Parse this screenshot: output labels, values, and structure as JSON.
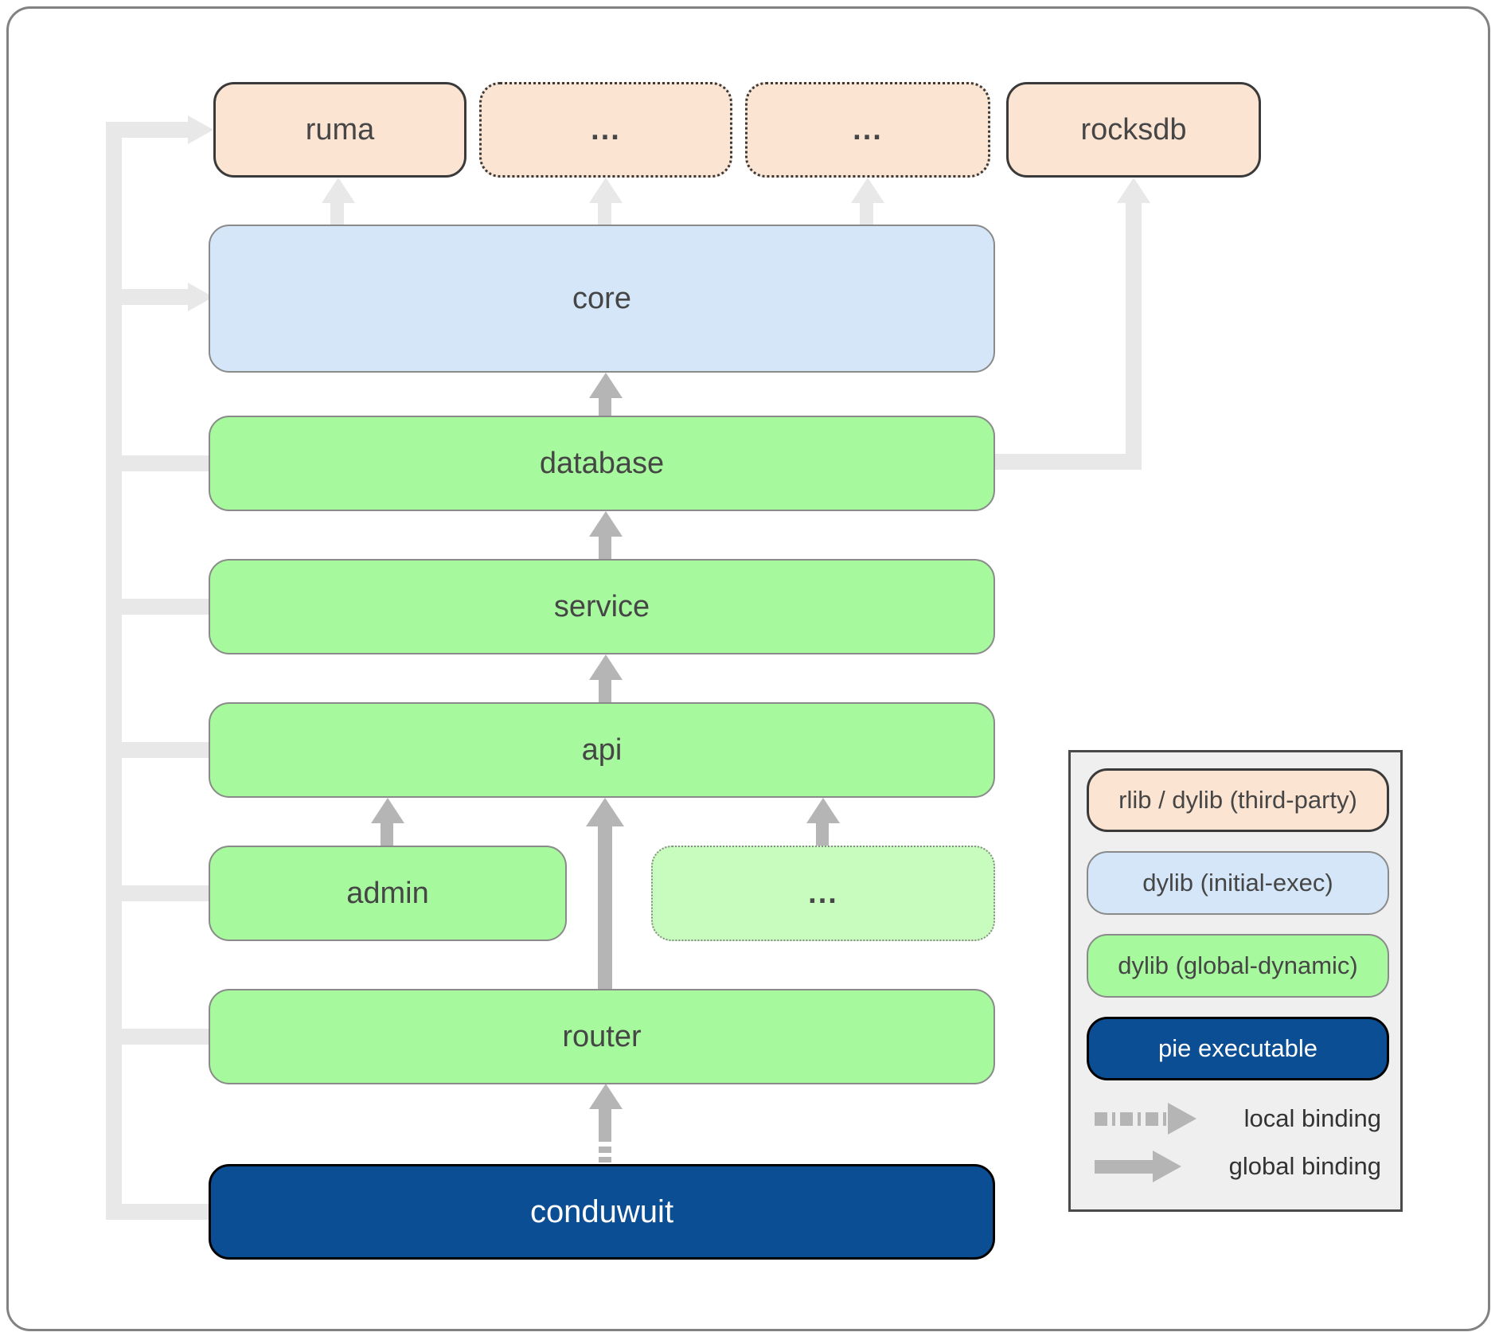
{
  "nodes": {
    "ruma": "ruma",
    "third_party_1": "...",
    "third_party_2": "...",
    "rocksdb": "rocksdb",
    "core": "core",
    "database": "database",
    "service": "service",
    "api": "api",
    "admin": "admin",
    "api_extra": "...",
    "router": "router",
    "conduwuit": "conduwuit"
  },
  "edges": [
    {
      "from": "conduwuit",
      "to": "router",
      "binding": "local+global"
    },
    {
      "from": "conduwuit",
      "to": "ruma",
      "binding": "global",
      "muted": true
    },
    {
      "from": "conduwuit",
      "to": "core",
      "binding": "global",
      "muted": true
    },
    {
      "from": "conduwuit",
      "to": "database",
      "binding": "global",
      "muted": true
    },
    {
      "from": "conduwuit",
      "to": "service",
      "binding": "global",
      "muted": true
    },
    {
      "from": "conduwuit",
      "to": "api",
      "binding": "global",
      "muted": true
    },
    {
      "from": "conduwuit",
      "to": "admin",
      "binding": "global",
      "muted": true
    },
    {
      "from": "router",
      "to": "api",
      "binding": "global"
    },
    {
      "from": "admin",
      "to": "api",
      "binding": "global"
    },
    {
      "from": "api_extra",
      "to": "api",
      "binding": "global"
    },
    {
      "from": "api",
      "to": "service",
      "binding": "global"
    },
    {
      "from": "service",
      "to": "database",
      "binding": "global"
    },
    {
      "from": "database",
      "to": "core",
      "binding": "global"
    },
    {
      "from": "database",
      "to": "rocksdb",
      "binding": "global",
      "muted": true
    },
    {
      "from": "core",
      "to": "ruma",
      "binding": "global",
      "muted": true
    },
    {
      "from": "core",
      "to": "third_party_1",
      "binding": "global",
      "muted": true
    },
    {
      "from": "core",
      "to": "third_party_2",
      "binding": "global",
      "muted": true
    }
  ],
  "legend": {
    "items": [
      {
        "label": "rlib / dylib (third-party)",
        "type": "third-party"
      },
      {
        "label": "dylib (initial-exec)",
        "type": "initial-exec"
      },
      {
        "label": "dylib (global-dynamic)",
        "type": "global-dynamic"
      },
      {
        "label": "pie executable",
        "type": "pie-executable"
      }
    ],
    "bindings": [
      {
        "label": "local binding",
        "style": "dashed"
      },
      {
        "label": "global binding",
        "style": "solid"
      }
    ]
  },
  "colors": {
    "peach": "#fce4d2",
    "blue": "#d4e6f8",
    "green": "#a6f99d",
    "lightgreen": "#c8fcbe",
    "navy": "#0b4e94",
    "light_line": "#e8e8e8",
    "arrow_gray": "#b5b5b5",
    "text": "#464646",
    "gray_border": "#8a8a8a",
    "dark_border": "#3a3a3a",
    "legend_bg": "#efefef"
  }
}
